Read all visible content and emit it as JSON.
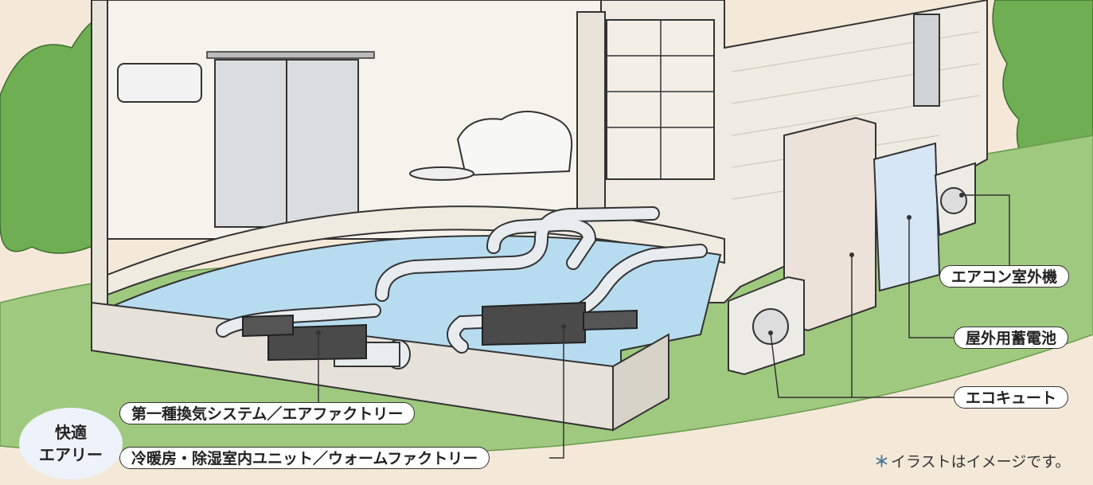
{
  "labels": {
    "outdoor_ac_unit": "エアコン室外機",
    "outdoor_battery": "屋外用蓄電池",
    "eco_cute": "エコキュート",
    "ventilation": "第一種換気システム／エアファクトリー",
    "heating_cooling": "冷暖房・除湿室内ユニット／ウォームファクトリー"
  },
  "badge": {
    "line1": "快適",
    "line2": "エアリー"
  },
  "note": {
    "star": "＊",
    "text": "イラストはイメージです。"
  },
  "colors": {
    "sky_background": "#f4e9d8",
    "lawn": "#9fc97f",
    "tree": "#6fae52",
    "floor_water": "#b8dcef",
    "pipe": "#e8ecef",
    "dark_unit": "#4a4a4a",
    "wall": "#f6f3ec",
    "battery_blue": "#d6e6f5",
    "ecocute_pink": "#ede2da"
  }
}
